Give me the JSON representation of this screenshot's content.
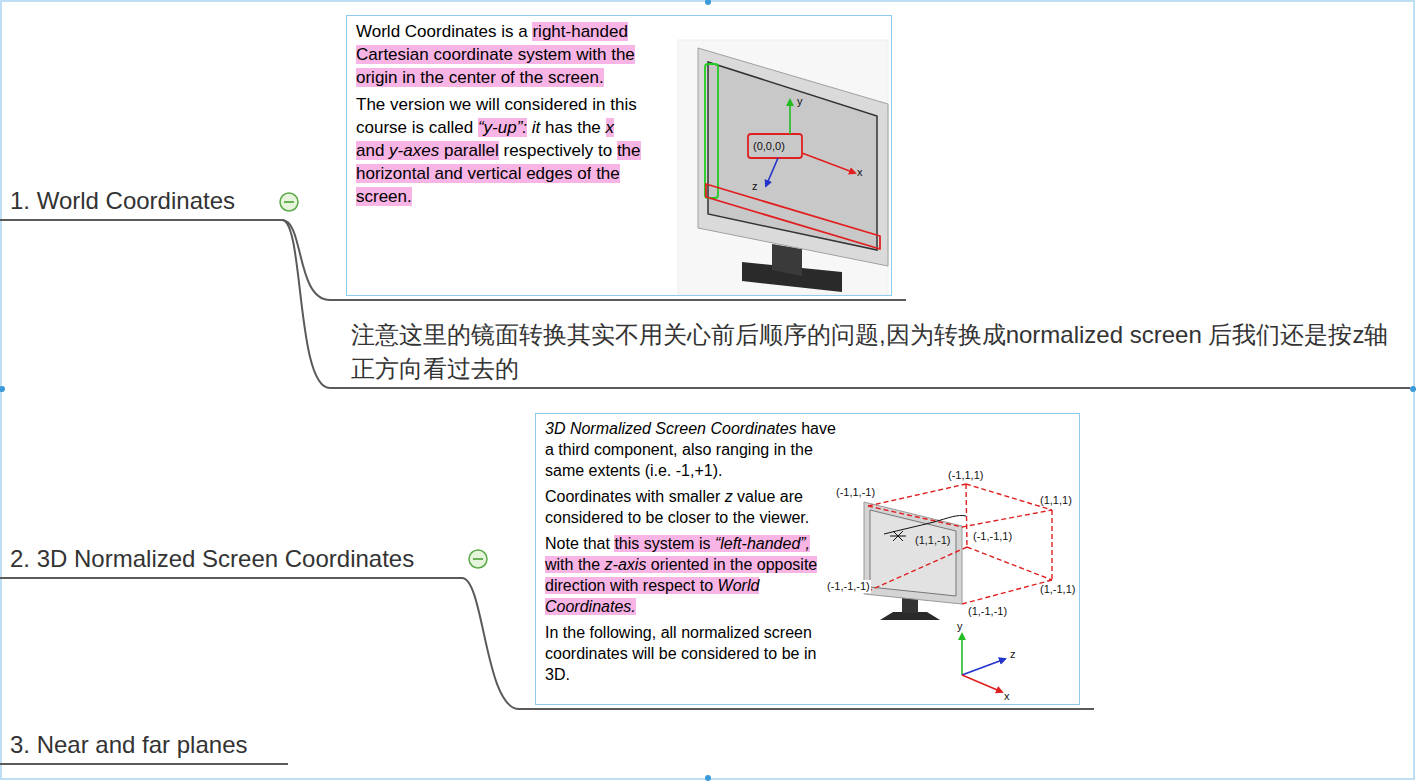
{
  "diagram": {
    "nodes": [
      {
        "text": [
          "1. World Coordinates"
        ]
      },
      {
        "text": [
          "World Coordinates is a right-handed Cartesian coordinate system with the origin in the center of the screen.",
          "The version we will considered in this course is called “y-up”: it has the x and y-axes parallel respectively to the horizontal and vertical edges of the screen."
        ]
      },
      {
        "text": [
          "注意这里的镜面转换其实不用关心前后顺序的问题,因为转换成normalized screen 后我们还是按z轴正方向看过去的"
        ]
      },
      {
        "text": [
          "2. 3D Normalized Screen Coordinates"
        ]
      },
      {
        "text": [
          "3D Normalized Screen Coordinates have a third component, also ranging in the same extents (i.e. -1,+1).",
          "Coordinates with smaller z value are considered to be closer to the viewer.",
          "Note that this system is “left-handed”, with the z-axis oriented in the opposite direction with respect to World Coordinates.",
          "In the following, all normalized screen coordinates will be considered to be in 3D."
        ]
      },
      {
        "text": [
          "3. Near and far planes"
        ]
      }
    ],
    "edges": [
      {
        "from": 0,
        "to": 1,
        "arrow": "none"
      },
      {
        "from": 0,
        "to": 2,
        "arrow": "none"
      },
      {
        "from": 3,
        "to": 4,
        "arrow": "none"
      }
    ],
    "labels": [
      "y",
      "(0,0,0)",
      "x",
      "z",
      "(-1,1,1)",
      "(-1,1,-1)",
      "(1,1,1)",
      "(1,1,-1)",
      "(-1,-1,1)",
      "(-1,-1,-1)",
      "(1,-1,1)",
      "(1,-1,-1)",
      "y",
      "z",
      "x"
    ]
  }
}
